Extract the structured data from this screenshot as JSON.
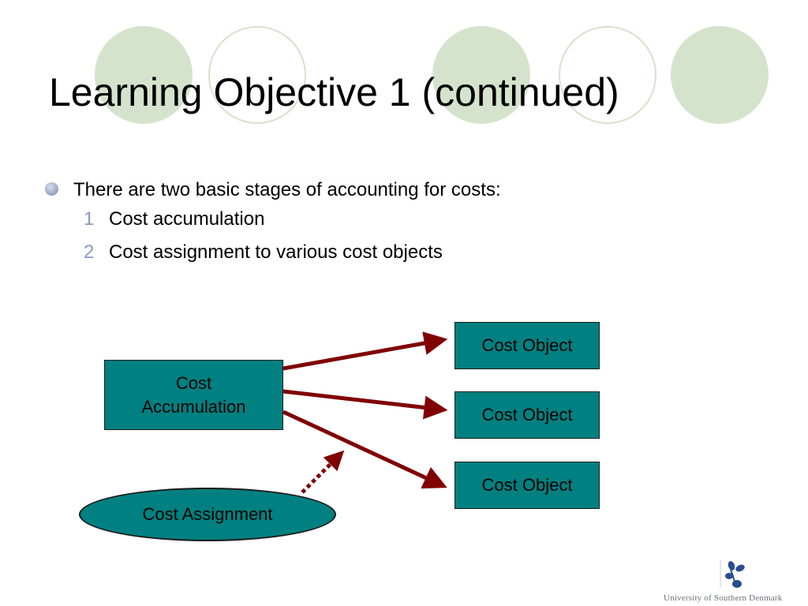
{
  "title": "Learning Objective 1 (continued)",
  "bullet": {
    "text": "There are two basic stages of accounting for costs:",
    "items": [
      {
        "num": "1",
        "text": "Cost accumulation"
      },
      {
        "num": "2",
        "text": "Cost assignment to various cost objects"
      }
    ]
  },
  "diagram": {
    "accumulation_line1": "Cost",
    "accumulation_line2": "Accumulation",
    "cost_objects": [
      "Cost Object",
      "Cost Object",
      "Cost Object"
    ],
    "assignment": "Cost Assignment"
  },
  "logo": {
    "text": "University of Southern Denmark"
  },
  "colors": {
    "box_fill": "#008080",
    "arrow": "#800000",
    "circle_fill": "#d5e3cc",
    "circle_stroke": "#d5e3cc",
    "bullet": "#a2aec8",
    "numbering": "#8a9ac0"
  }
}
